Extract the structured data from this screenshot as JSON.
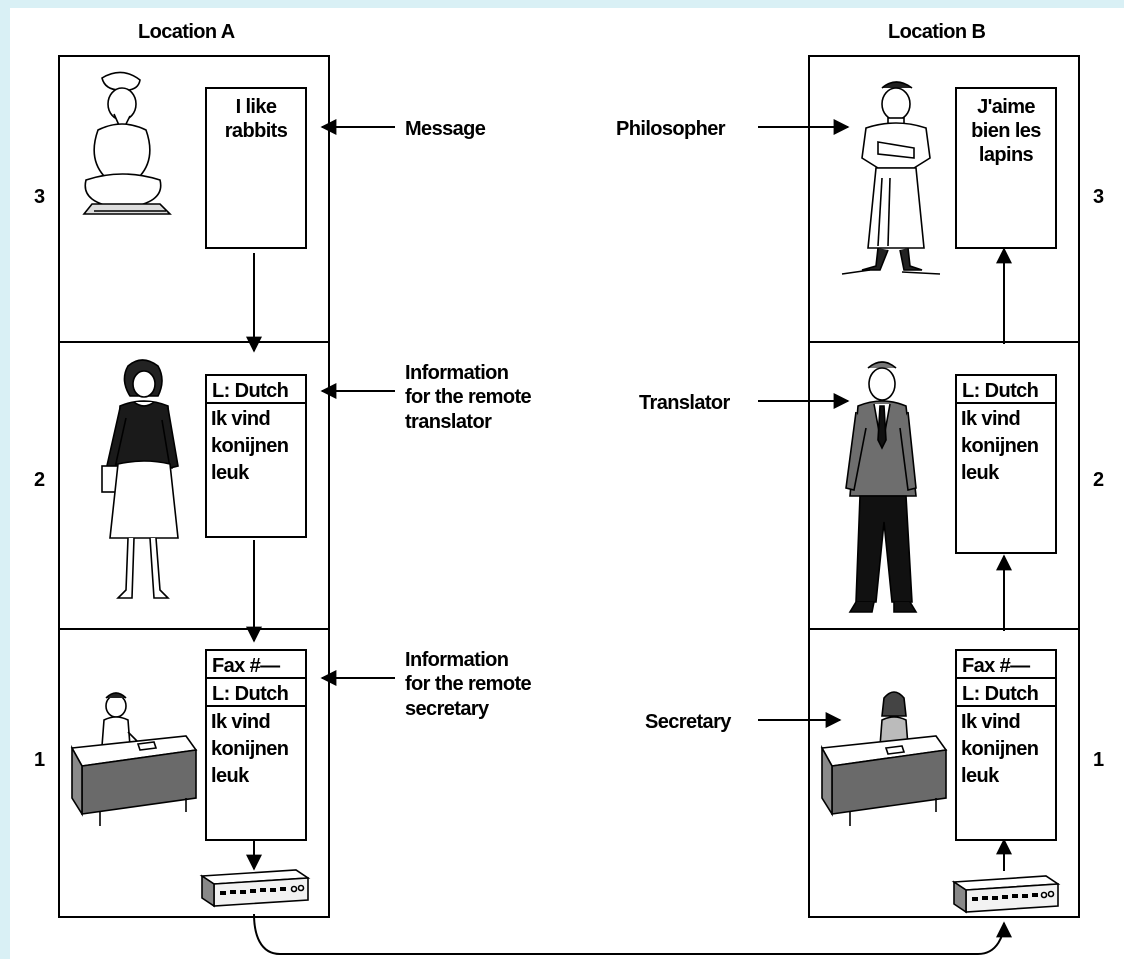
{
  "locations": {
    "a": "Location A",
    "b": "Location B"
  },
  "layers": {
    "three": "3",
    "two": "2",
    "one": "1"
  },
  "location_a": {
    "layer3_doc": "I like\nrabbits",
    "layer2_doc": {
      "header": "L: Dutch",
      "body": "Ik vind\nkonijnen\nleuk"
    },
    "layer1_doc": {
      "header1": "Fax #—",
      "header2": "L: Dutch",
      "body": "Ik vind\nkonijnen\nleuk"
    }
  },
  "location_b": {
    "layer3_doc": "J'aime\nbien les\nlapins",
    "layer2_doc": {
      "header": "L: Dutch",
      "body": "Ik vind\nkonijnen\nleuk"
    },
    "layer1_doc": {
      "header1": "Fax #—",
      "header2": "L: Dutch",
      "body": "Ik vind\nkonijnen\nleuk"
    }
  },
  "callouts": {
    "message": "Message",
    "info_translator": "Information\nfor the remote\ntranslator",
    "info_secretary": "Information\nfor the remote\nsecretary",
    "philosopher": "Philosopher",
    "translator": "Translator",
    "secretary": "Secretary"
  },
  "icons": {
    "a3": "philosopher-icon",
    "a2": "translator-woman-icon",
    "a1": "secretary-at-desk-icon",
    "b3": "philosopher-priest-icon",
    "b2": "translator-man-icon",
    "b1": "secretary-at-desk-icon",
    "device": "fax-machine-icon"
  }
}
